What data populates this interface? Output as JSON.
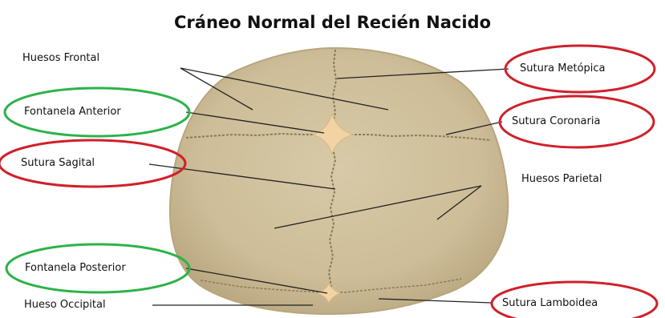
{
  "title": "Cráneo Normal del Recién Nacido",
  "labels": {
    "huesos_frontal": "Huesos Frontal",
    "fontanela_anterior": "Fontanela Anterior",
    "sutura_sagital": "Sutura Sagital",
    "fontanela_posterior": "Fontanela Posterior",
    "hueso_occipital": "Hueso Occipital",
    "sutura_metopica": "Sutura Metópica",
    "sutura_coronaria": "Sutura Coronaria",
    "huesos_parietal": "Huesos Parietal",
    "sutura_lamboidea": "Sutura Lamboidea"
  },
  "colors": {
    "skull": "#cdbd98",
    "skull_edge": "#b8a67e",
    "fontanelle": "#f2d3a4",
    "suture": "#8b7a56",
    "leader": "#222222",
    "ellipse_green": "#2db24a",
    "ellipse_red": "#d0202a"
  }
}
